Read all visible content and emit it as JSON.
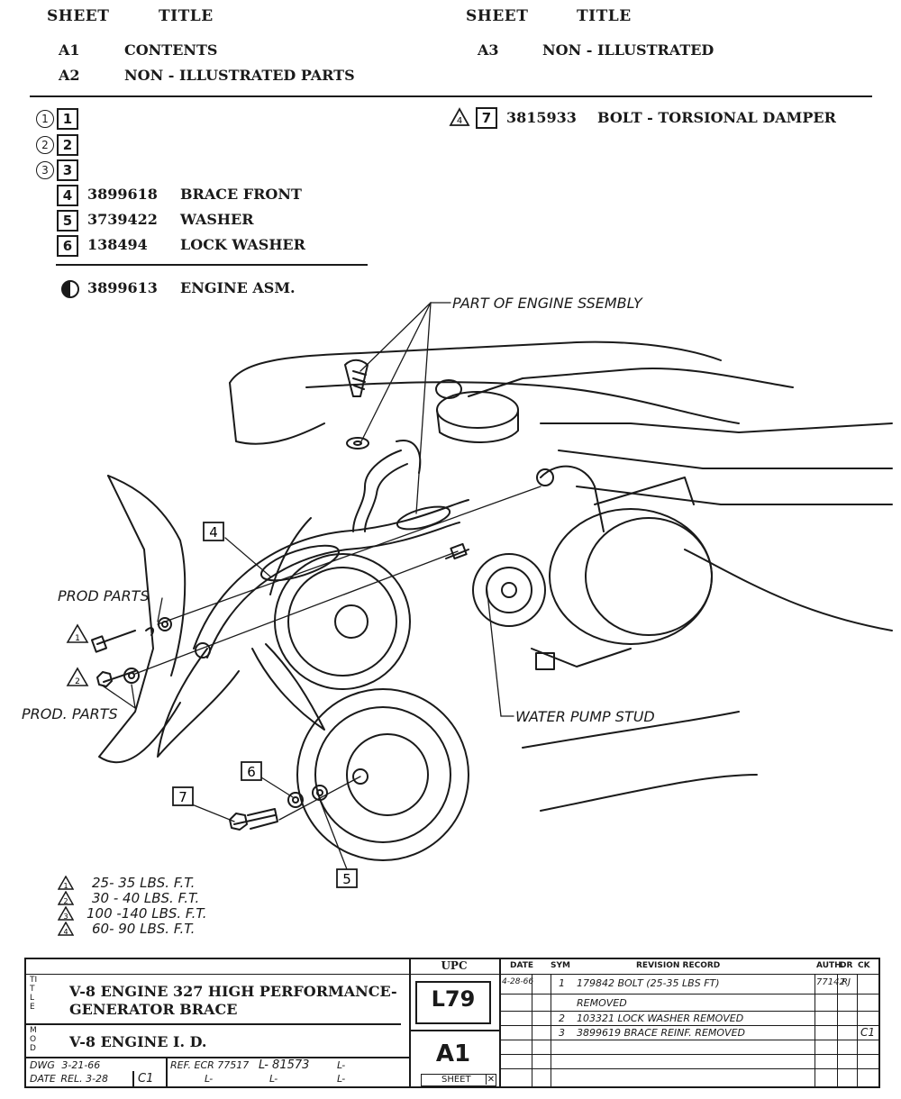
{
  "sheet_index": {
    "col_headers": {
      "sheet": "SHEET",
      "title": "TITLE"
    },
    "left": [
      {
        "sheet": "A1",
        "title": "CONTENTS"
      },
      {
        "sheet": "A2",
        "title": "NON - ILLUSTRATED PARTS"
      }
    ],
    "right": [
      {
        "sheet": "A3",
        "title": "NON - ILLUSTRATED"
      }
    ]
  },
  "parts": [
    {
      "num": "1",
      "symbol": "1",
      "part_no": "",
      "desc": ""
    },
    {
      "num": "2",
      "symbol": "2",
      "part_no": "",
      "desc": ""
    },
    {
      "num": "3",
      "symbol": "3",
      "part_no": "",
      "desc": ""
    },
    {
      "num": "4",
      "part_no": "3899618",
      "desc": "BRACE FRONT"
    },
    {
      "num": "5",
      "part_no": "3739422",
      "desc": "WASHER"
    },
    {
      "num": "6",
      "part_no": "138494",
      "desc": "LOCK WASHER"
    }
  ],
  "right_part": {
    "num": "7",
    "torque_ref": "4",
    "part_no": "3815933",
    "desc": "BOLT - TORSIONAL DAMPER"
  },
  "assembly": {
    "part_no": "3899613",
    "desc": "ENGINE ASM."
  },
  "callouts": {
    "part_of_engine": "PART OF ENGINE  SSEMBLY",
    "prod_parts_1": "PROD PARTS",
    "prod_parts_2": "PROD. PARTS",
    "water_pump_stud": "WATER PUMP STUD",
    "label_4": "4",
    "label_5": "5",
    "label_6": "6",
    "label_7": "7",
    "tri_1": "1",
    "tri_2": "2"
  },
  "torque_legend": [
    {
      "ref": "1",
      "text": "25- 35 LBS. F.T."
    },
    {
      "ref": "2",
      "text": "30 - 40 LBS. F.T."
    },
    {
      "ref": "3",
      "text": "100 -140 LBS. F.T."
    },
    {
      "ref": "4",
      "text": "60- 90 LBS. F.T."
    }
  ],
  "title_block": {
    "title_side_label": "TITLE",
    "mod_side_label": "MOD",
    "title_line1": "V-8 ENGINE 327 HIGH PERFORMANCE-",
    "title_line2": "GENERATOR BRACE",
    "mod_text": "V-8 ENGINE I. D.",
    "upc_label": "UPC",
    "upc_value": "L79",
    "sheet_value": "A1",
    "sheet_label": "SHEET",
    "dwg_label": "DWG",
    "dwg_date": "3-21-66",
    "date_label": "DATE",
    "rel_date": "REL. 3-28",
    "rel_code": "C1",
    "ref_label": "REF. ECR 77517",
    "l_ref": "L- 81573",
    "l_blank": "L-"
  },
  "revision_record": {
    "headers": {
      "date": "DATE",
      "sym": "SYM",
      "record": "REVISION RECORD",
      "auth": "AUTH.",
      "dr": "DR",
      "ck": "CK"
    },
    "rows": [
      {
        "date": "4-28-66",
        "sym": "1",
        "record": "179842 BOLT (25-35 LBS FT)",
        "auth": "77142",
        "dr": "RJ",
        "ck": ""
      },
      {
        "date": "",
        "sym": "",
        "record": "REMOVED",
        "auth": "",
        "dr": "",
        "ck": ""
      },
      {
        "date": "",
        "sym": "2",
        "record": "103321 LOCK WASHER REMOVED",
        "auth": "",
        "dr": "",
        "ck": ""
      },
      {
        "date": "",
        "sym": "3",
        "record": "3899619 BRACE REINF. REMOVED",
        "auth": "",
        "dr": "",
        "ck": "C1"
      }
    ]
  }
}
